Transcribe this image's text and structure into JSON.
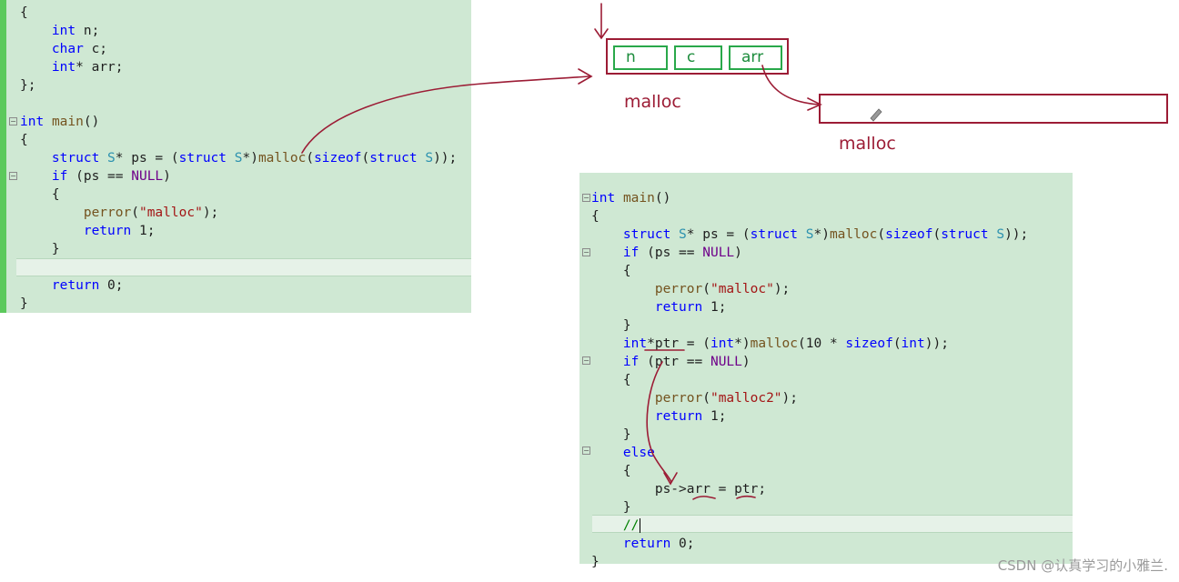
{
  "left_code": {
    "lines": [
      "{",
      "    int n;",
      "    char c;",
      "    int* arr;",
      "};",
      "",
      "int main()",
      "{",
      "    struct S* ps = (struct S*)malloc(sizeof(struct S));",
      "    if (ps == NULL)",
      "    {",
      "        perror(\"malloc\");",
      "        return 1;",
      "    }",
      "",
      "    return 0;",
      "}"
    ]
  },
  "right_code": {
    "lines": [
      "int main()",
      "{",
      "    struct S* ps = (struct S*)malloc(sizeof(struct S));",
      "    if (ps == NULL)",
      "    {",
      "        perror(\"malloc\");",
      "        return 1;",
      "    }",
      "    int*ptr = (int*)malloc(10 * sizeof(int));",
      "    if (ptr == NULL)",
      "    {",
      "        perror(\"malloc2\");",
      "        return 1;",
      "    }",
      "    else",
      "    {",
      "        ps->arr = ptr;",
      "    }",
      "    //",
      "    return 0;",
      "}"
    ]
  },
  "diagram": {
    "fields": [
      "n",
      "c",
      "arr"
    ],
    "malloc_label_1": "malloc",
    "malloc_label_2": "malloc",
    "colors": {
      "annotation": "#9c1c35",
      "field": "#29a84a",
      "editor_bg": "#cfe8d3"
    }
  },
  "watermark": "CSDN @认真学习的小雅兰."
}
